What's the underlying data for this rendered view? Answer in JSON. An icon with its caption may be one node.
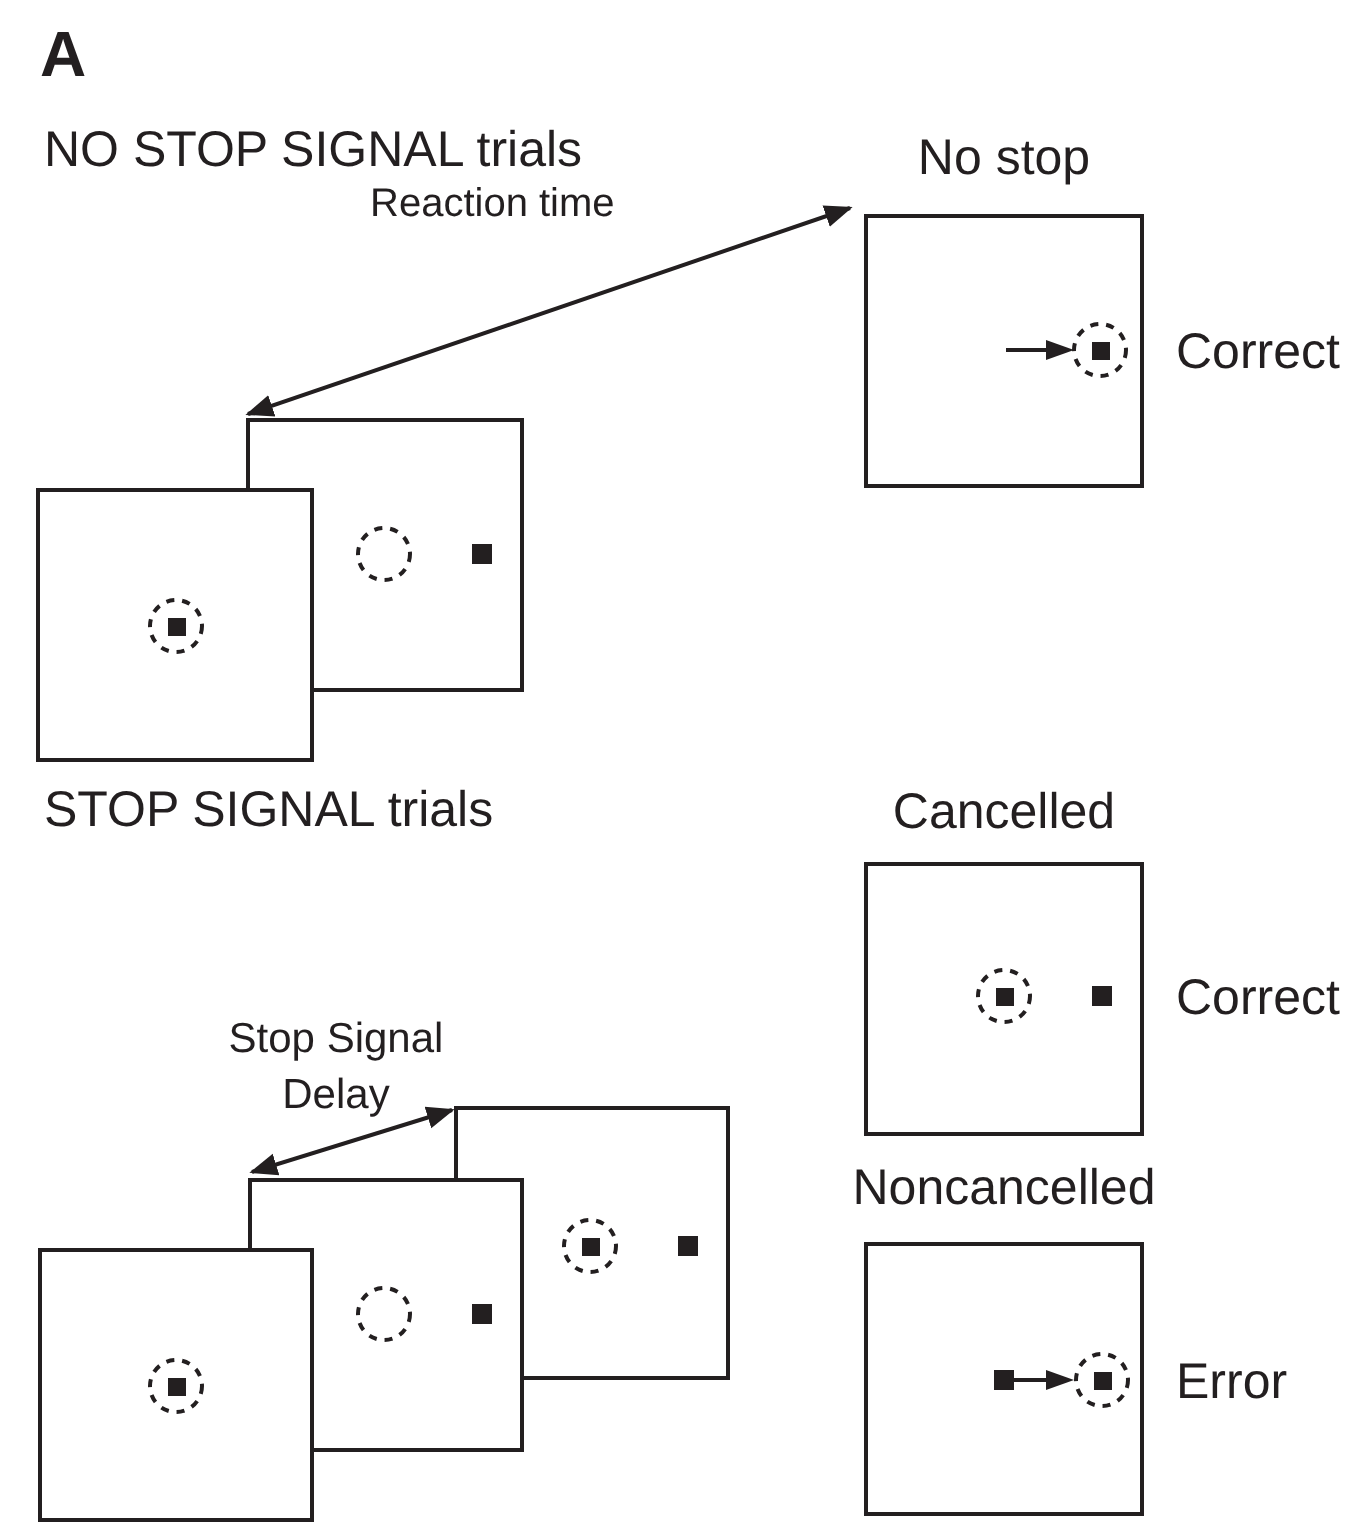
{
  "diagram": {
    "nodes": [
      {
        "text": [
          "No stop"
        ],
        "beside": [
          "Correct"
        ]
      },
      {
        "text": [],
        "shape": "box"
      },
      {
        "text": [],
        "shape": "box"
      },
      {
        "text": [
          "Cancelled"
        ],
        "beside": [
          "Correct"
        ]
      },
      {
        "text": [],
        "shape": "box"
      },
      {
        "text": [],
        "shape": "box"
      },
      {
        "text": [],
        "shape": "box"
      },
      {
        "text": [
          "Noncancelled"
        ],
        "beside": [
          "Error"
        ]
      }
    ],
    "edges": [
      {
        "from": 2,
        "to": 0,
        "arrow": "both",
        "label": "Reaction time"
      },
      {
        "from": 5,
        "to": 6,
        "arrow": "both",
        "label": "Stop Signal Delay"
      }
    ],
    "labels": [
      "A",
      "NO STOP SIGNAL trials",
      "STOP SIGNAL trials"
    ]
  }
}
